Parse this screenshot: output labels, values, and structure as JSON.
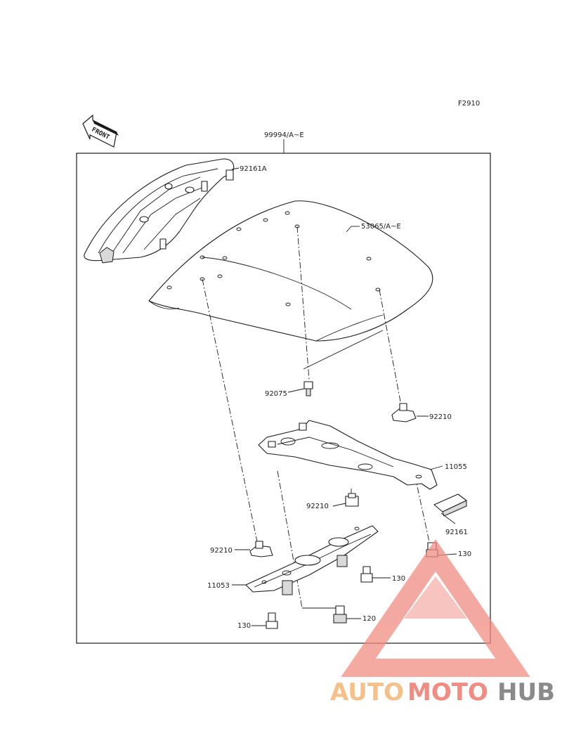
{
  "figure_code": "F2910",
  "front_label": "FRONT",
  "callouts": {
    "assembly": "99994/A~E",
    "grip_rail": "92161A",
    "seat_cover": "53065/A~E",
    "screw_92075": "92075",
    "nut_92210_upper": "92210",
    "bracket_11055": "11055",
    "nut_92210_mid": "92210",
    "damper_92161": "92161",
    "nut_92210_left": "92210",
    "bolt_130_right": "130",
    "bracket_11053": "11053",
    "bolt_130_mid": "130",
    "bolt_120": "120",
    "bolt_130_left": "130"
  },
  "watermark": {
    "part1": "AUTO",
    "part2": "MOTO",
    "part3": "HUB",
    "color_1": "#f5c08a",
    "color_2": "#f08c82",
    "color_3": "#8a8a8a"
  }
}
